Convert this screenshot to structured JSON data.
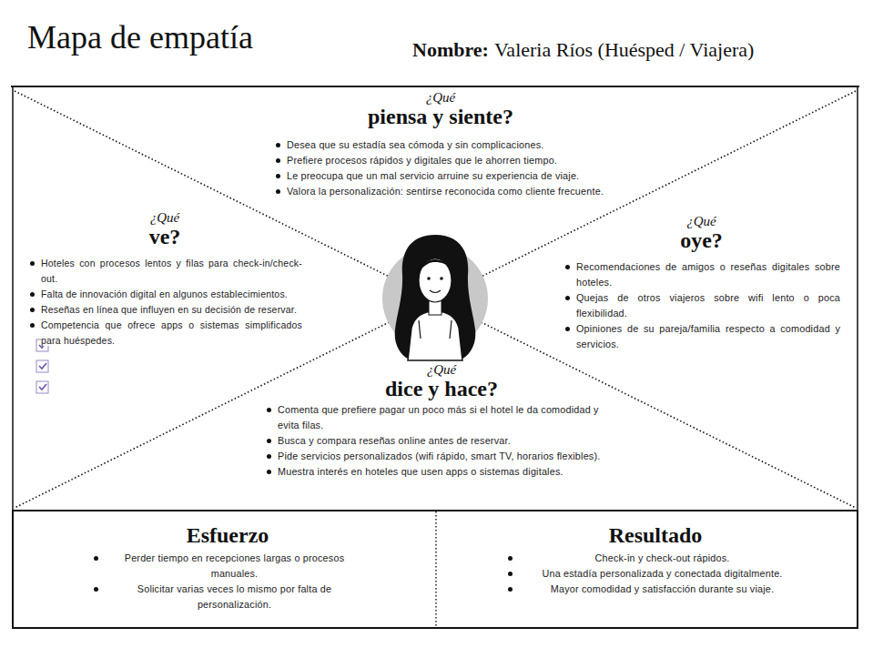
{
  "diagram": {
    "title": "Mapa de empatía",
    "nodes": [
      {
        "text": [
          "¿Qué",
          "piensa y siente?",
          "Desea que su estadía sea cómoda y sin complicaciones.",
          "Prefiere procesos rápidos y digitales que le ahorren tiempo.",
          "Le preocupa que un mal servicio arruine su experiencia de viaje.",
          "Valora la personalización: sentirse reconocida como cliente frecuente."
        ]
      },
      {
        "text": [
          "¿Qué",
          "ve?",
          "Hoteles con procesos lentos y filas para check-in/check-out.",
          "Falta de innovación digital en algunos establecimientos.",
          "Reseñas en línea que influyen en su decisión de reservar.",
          "Competencia que ofrece apps o sistemas simplificados para huéspedes."
        ]
      },
      {
        "text": [
          "¿Qué",
          "oye?",
          "Recomendaciones de amigos o reseñas digitales sobre hoteles.",
          "Quejas de otros viajeros sobre wifi lento o poca flexibilidad.",
          "Opiniones de su pareja/familia respecto a comodidad y servicios."
        ]
      },
      {
        "text": [
          "¿Qué",
          "dice y hace?",
          "Comenta que prefiere pagar un poco más si el hotel le da comodidad y evita filas.",
          "Busca y compara reseñas online antes de reservar.",
          "Pide servicios personalizados (wifi rápido, smart TV, horarios flexibles).",
          "Muestra interés en hoteles que usen apps o sistemas digitales."
        ]
      },
      {
        "text": [
          "Esfuerzo",
          "Perder tiempo en recepciones largas o procesos manuales.",
          "Solicitar varias veces lo mismo por falta de personalización."
        ]
      },
      {
        "text": [
          "Resultado",
          "Check-in y check-out rápidos.",
          "Una estadía personalizada y conectada digitalmente.",
          "Mayor comodidad y satisfacción durante su viaje."
        ]
      }
    ],
    "labels": [
      "Nombre:",
      "Valeria Ríos (Huésped / Viajera)"
    ]
  }
}
